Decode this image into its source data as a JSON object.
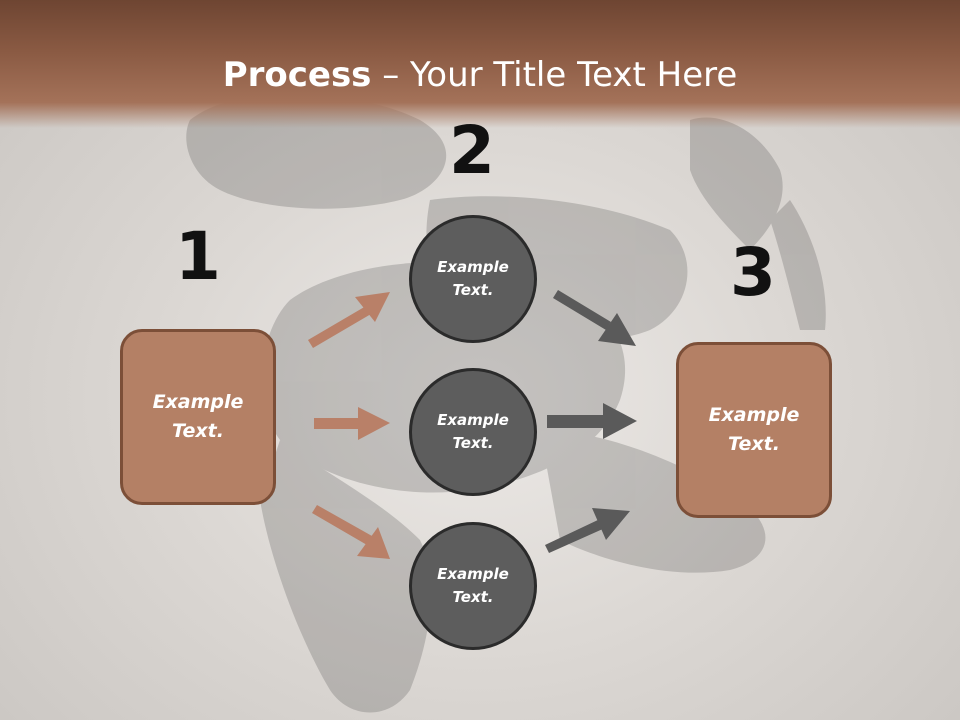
{
  "title": {
    "bold": "Process",
    "rest": " – Your Title Text Here"
  },
  "steps": {
    "one": "1",
    "two": "2",
    "three": "3"
  },
  "left_box": {
    "text": "Example\nText."
  },
  "circles": [
    {
      "text": "Example\nText."
    },
    {
      "text": "Example\nText."
    },
    {
      "text": "Example\nText."
    }
  ],
  "right_box": {
    "text": "Example\nText."
  },
  "colors": {
    "header": "#8a5a43",
    "box_fill": "#b48065",
    "box_border": "#7c4f38",
    "circle_fill": "#5d5d5d",
    "arrow_left": "#b98068",
    "arrow_right": "#5a5a5a"
  }
}
